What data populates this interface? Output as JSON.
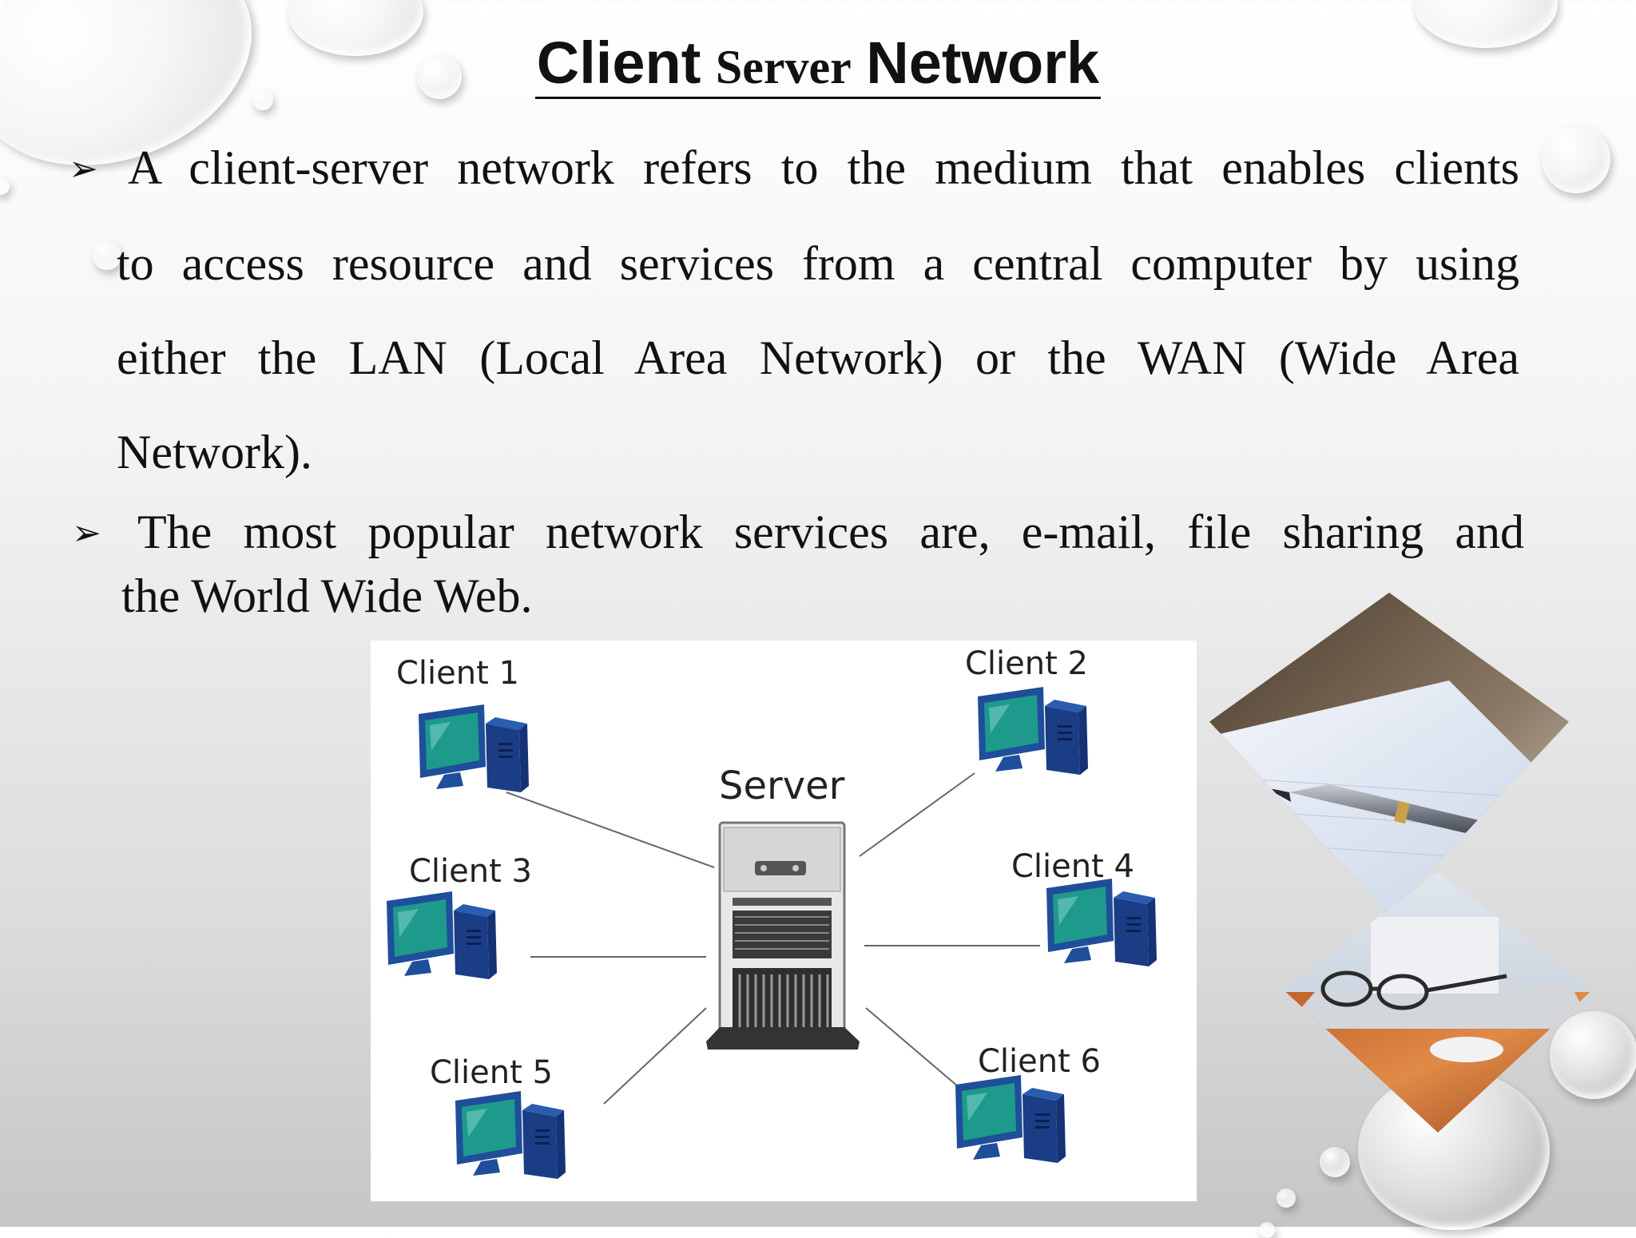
{
  "slide": {
    "title_parts": [
      "Client",
      "Server",
      "Network"
    ],
    "bullet_symbol": "➢",
    "bullet1_lines": [
      "A client-server network refers to the medium that enables clients",
      "to access resource and services from a central computer by using",
      "either the LAN (Local Area Network) or  the WAN (Wide Area",
      "Network)."
    ],
    "bullet2_lines": [
      "The most popular network services are, e-mail, file sharing and",
      "the World Wide Web."
    ]
  },
  "diagram": {
    "server_label": "Server",
    "clients": [
      "Client 1",
      "Client 2",
      "Client 3",
      "Client 4",
      "Client 5",
      "Client 6"
    ],
    "colors": {
      "monitor": "#1f4e9a",
      "screen": "#1e9a8c",
      "tower": "#1a3d86",
      "server": "#6b6b6b"
    }
  },
  "decor": {
    "images": [
      "pen-on-paper-photo",
      "glasses-on-desk-photo"
    ],
    "background": "water-droplets"
  }
}
